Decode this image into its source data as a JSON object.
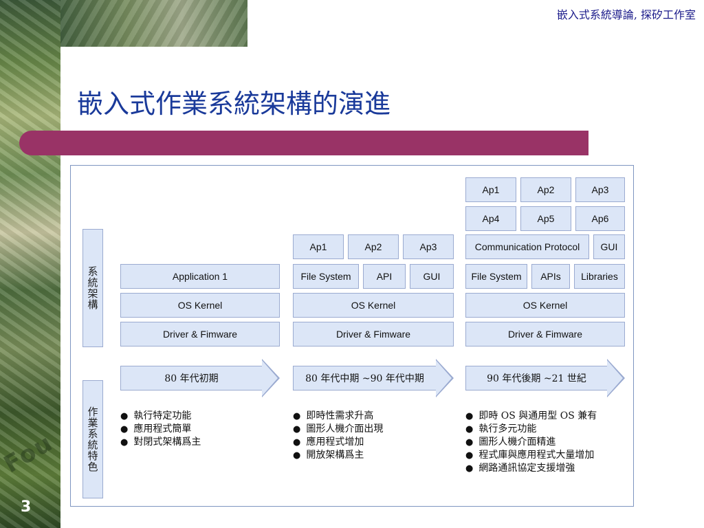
{
  "header": {
    "subtitle": "嵌入式系統導論, 探矽工作室"
  },
  "slide": {
    "title": "嵌入式作業系統架構的演進",
    "number": "3"
  },
  "decor": {
    "photo_text": "Fou"
  },
  "labels": {
    "architecture": "系統架構",
    "features": "作業系統特色"
  },
  "eras": [
    {
      "layers": {
        "app": "Application 1",
        "kernel": "OS Kernel",
        "driver": "Driver & Fimware"
      },
      "arrow": "80 年代初期",
      "features": [
        "執行特定功能",
        "應用程式簡單",
        "對閉式架構爲主"
      ]
    },
    {
      "apps": [
        "Ap1",
        "Ap2",
        "Ap3"
      ],
      "services": [
        "File System",
        "API",
        "GUI"
      ],
      "layers": {
        "kernel": "OS Kernel",
        "driver": "Driver & Fimware"
      },
      "arrow": "80 年代中期 ~90 年代中期",
      "features": [
        "即時性需求升高",
        "圖形人機介面出現",
        "應用程式增加",
        "開放架構爲主"
      ]
    },
    {
      "apps_row1": [
        "Ap1",
        "Ap2",
        "Ap3"
      ],
      "apps_row2": [
        "Ap4",
        "Ap5",
        "Ap6"
      ],
      "comm": [
        "Communication Protocol",
        "GUI"
      ],
      "services": [
        "File System",
        "APIs",
        "Libraries"
      ],
      "layers": {
        "kernel": "OS Kernel",
        "driver": "Driver & Fimware"
      },
      "arrow": "90 年代後期 ~21 世紀",
      "features": [
        "即時 OS 與通用型 OS 兼有",
        "執行多元功能",
        "圖形人機介面精進",
        "程式庫與應用程式大量增加",
        "網路通訊協定支援增強"
      ]
    }
  ],
  "colors": {
    "accent_bar": "#993366",
    "title": "#1a3a9a",
    "box_fill": "#dce6f7",
    "box_border": "#9aaad0"
  }
}
